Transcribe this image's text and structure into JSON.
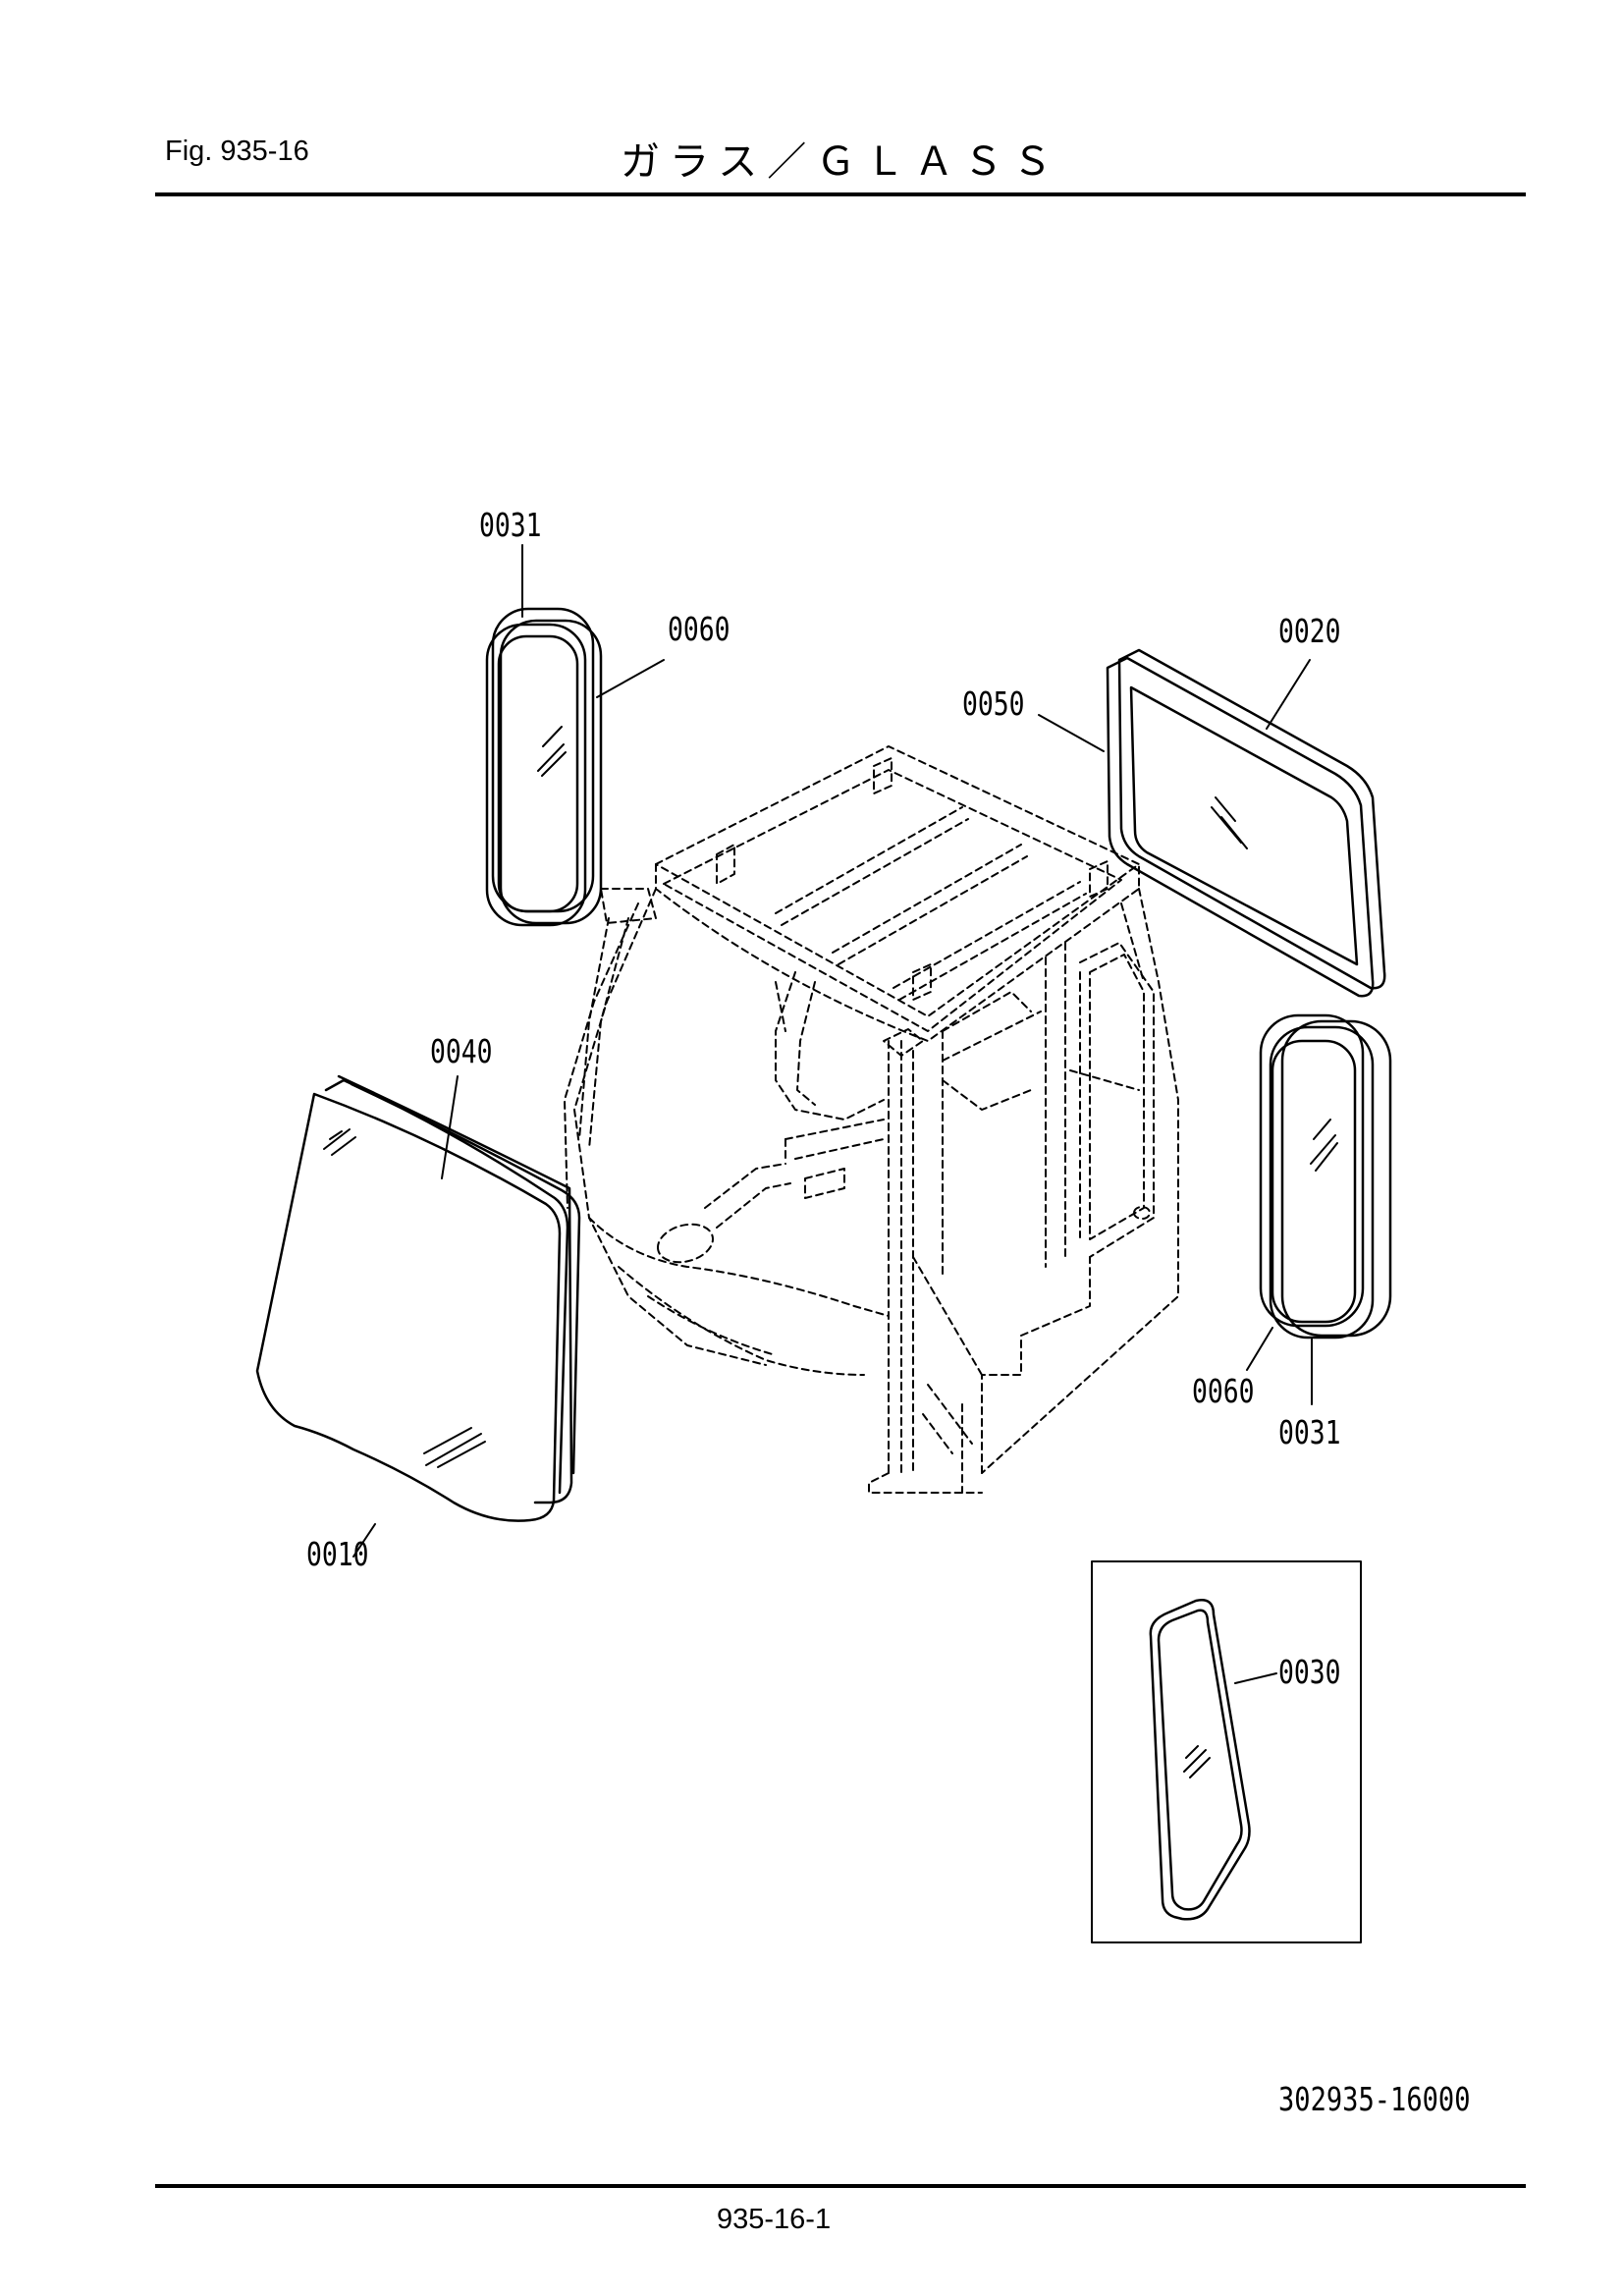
{
  "header": {
    "fig_label": "Fig.  935-16",
    "title": "ガラス／ＧＬＡＳＳ"
  },
  "diagram": {
    "callouts": {
      "c0031_top": "0031",
      "c0060_top": "0060",
      "c0050": "0050",
      "c0020": "0020",
      "c0040": "0040",
      "c0010": "0010",
      "c0060_right": "0060",
      "c0031_right": "0031",
      "c0030": "0030"
    }
  },
  "footer": {
    "drawing_code": "302935-16000",
    "page_number": "935-16-1"
  }
}
